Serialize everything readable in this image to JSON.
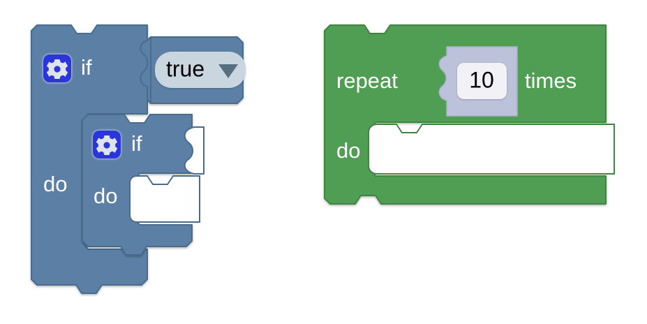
{
  "workspace": {
    "background_color": "#ffffff",
    "blocks": [
      {
        "id": "controls_if_outer",
        "kind": "controls-if",
        "color": "#5b80a5",
        "border_color": "#4a6c8c",
        "mutator_icon": "gear-icon",
        "mutator_icon_color": "#2b35db",
        "labels": {
          "if": "if",
          "do": "do"
        },
        "value_input": {
          "field_kind": "dropdown",
          "value": "true",
          "dropdown_arrow": "chevron-down-icon",
          "field_background": "#c9d6e0",
          "field_text_color": "#000000",
          "attached_block": {
            "id": "logic_boolean",
            "kind": "logic-boolean",
            "color": "#5b80a5",
            "value": "true"
          }
        },
        "nested_block": {
          "id": "controls_if_inner",
          "kind": "controls-if",
          "color": "#5b80a5",
          "border_color": "#4a6c8c",
          "mutator_icon": "gear-icon",
          "labels": {
            "if": "if",
            "do": "do"
          },
          "value_input": {
            "field_kind": "empty-socket",
            "value": "",
            "attached_block": null
          },
          "statement_input": {
            "value": "",
            "attached_block": null
          }
        }
      },
      {
        "id": "controls_repeat_ext",
        "kind": "controls-repeat",
        "color": "#4f9e52",
        "border_color": "#3f8442",
        "labels": {
          "repeat": "repeat",
          "times": "times",
          "do": "do"
        },
        "value_input": {
          "field_kind": "number",
          "value": "10",
          "field_background": "#f1f1f6",
          "field_text_color": "#000000",
          "attached_block": {
            "id": "math_number",
            "kind": "math-number",
            "color": "#bcc2d9",
            "border_color": "#a9b0cb",
            "value": "10"
          }
        },
        "statement_input": {
          "value": "",
          "attached_block": null
        }
      }
    ]
  }
}
